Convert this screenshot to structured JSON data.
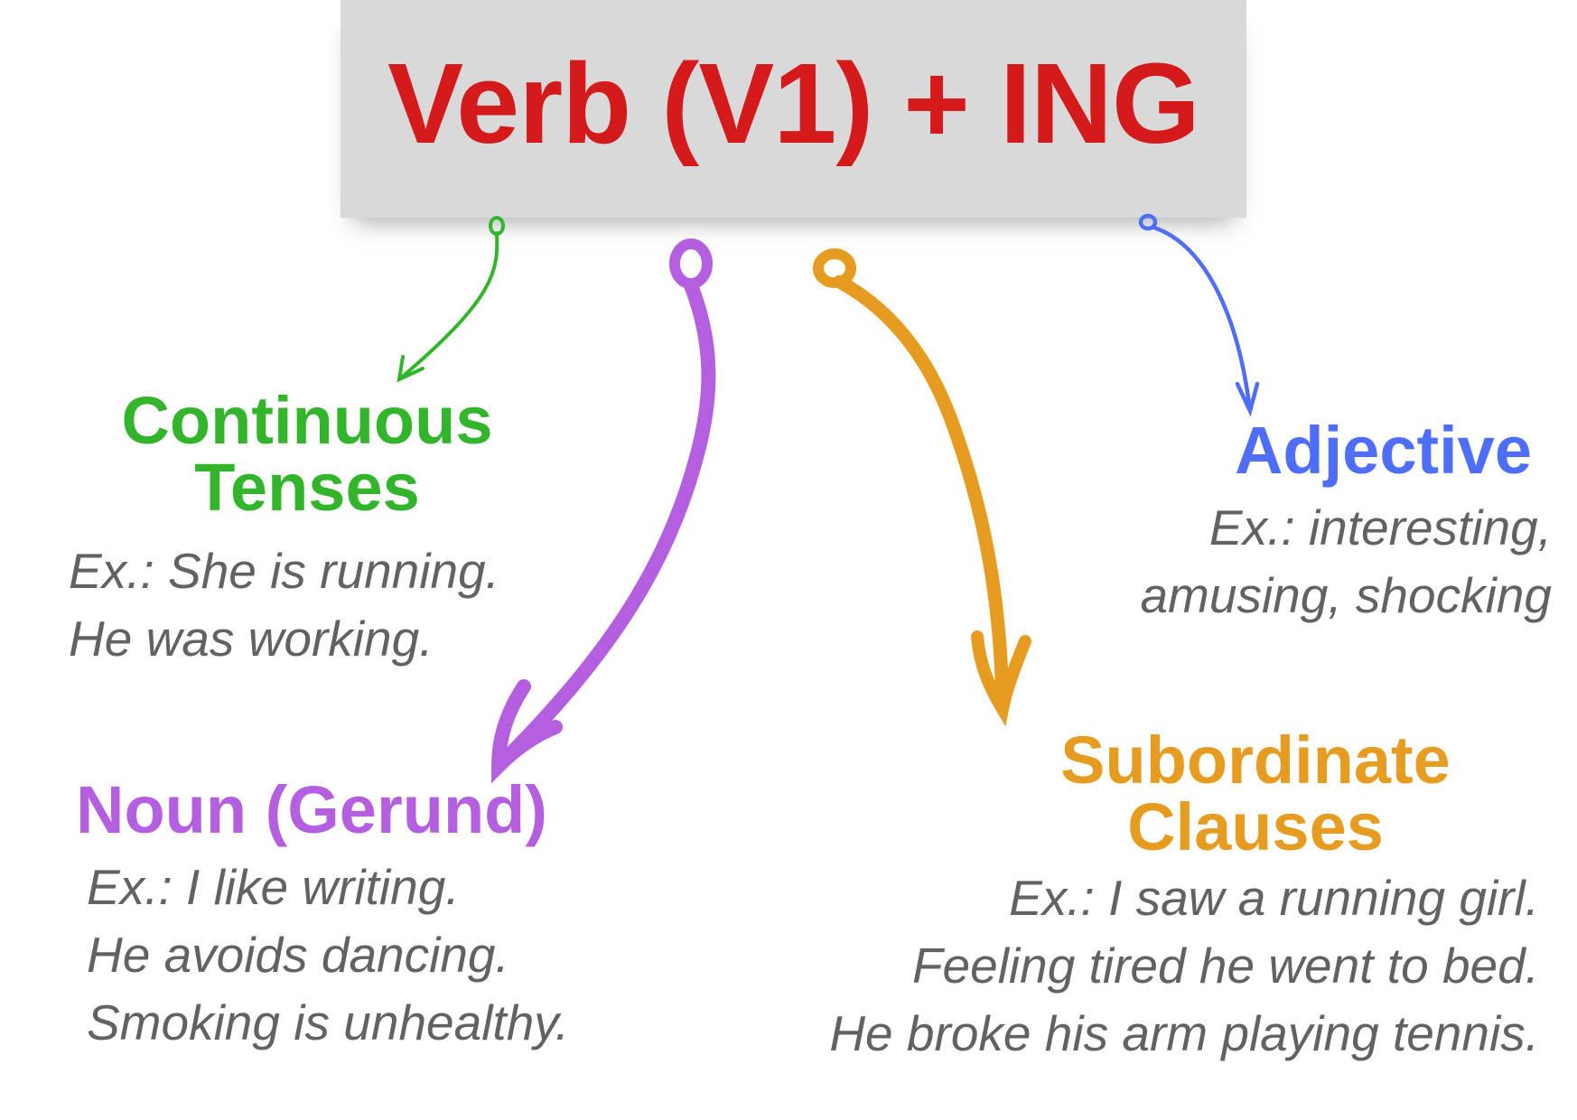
{
  "header": {
    "title": "Verb (V1) + ING"
  },
  "colors": {
    "title": "#d41a1a",
    "continuous": "#33b52b",
    "noun": "#b45fe0",
    "subordinate": "#e59c20",
    "adjective": "#4f6ef7",
    "example_text": "#626262",
    "header_bg": "#d9d9d9"
  },
  "categories": {
    "continuous": {
      "title_line1": "Continuous",
      "title_line2": "Tenses",
      "examples": [
        "Ex.: She is running.",
        "He was working."
      ]
    },
    "noun": {
      "title": "Noun (Gerund)",
      "examples": [
        "Ex.: I like writing.",
        "He avoids dancing.",
        "Smoking is unhealthy."
      ]
    },
    "adjective": {
      "title": "Adjective",
      "examples": [
        "Ex.: interesting,",
        "amusing, shocking"
      ]
    },
    "subordinate": {
      "title_line1": "Subordinate",
      "title_line2": "Clauses",
      "examples": [
        "Ex.: I saw a running girl.",
        "Feeling tired he went to bed.",
        "He broke his arm playing tennis."
      ]
    }
  }
}
